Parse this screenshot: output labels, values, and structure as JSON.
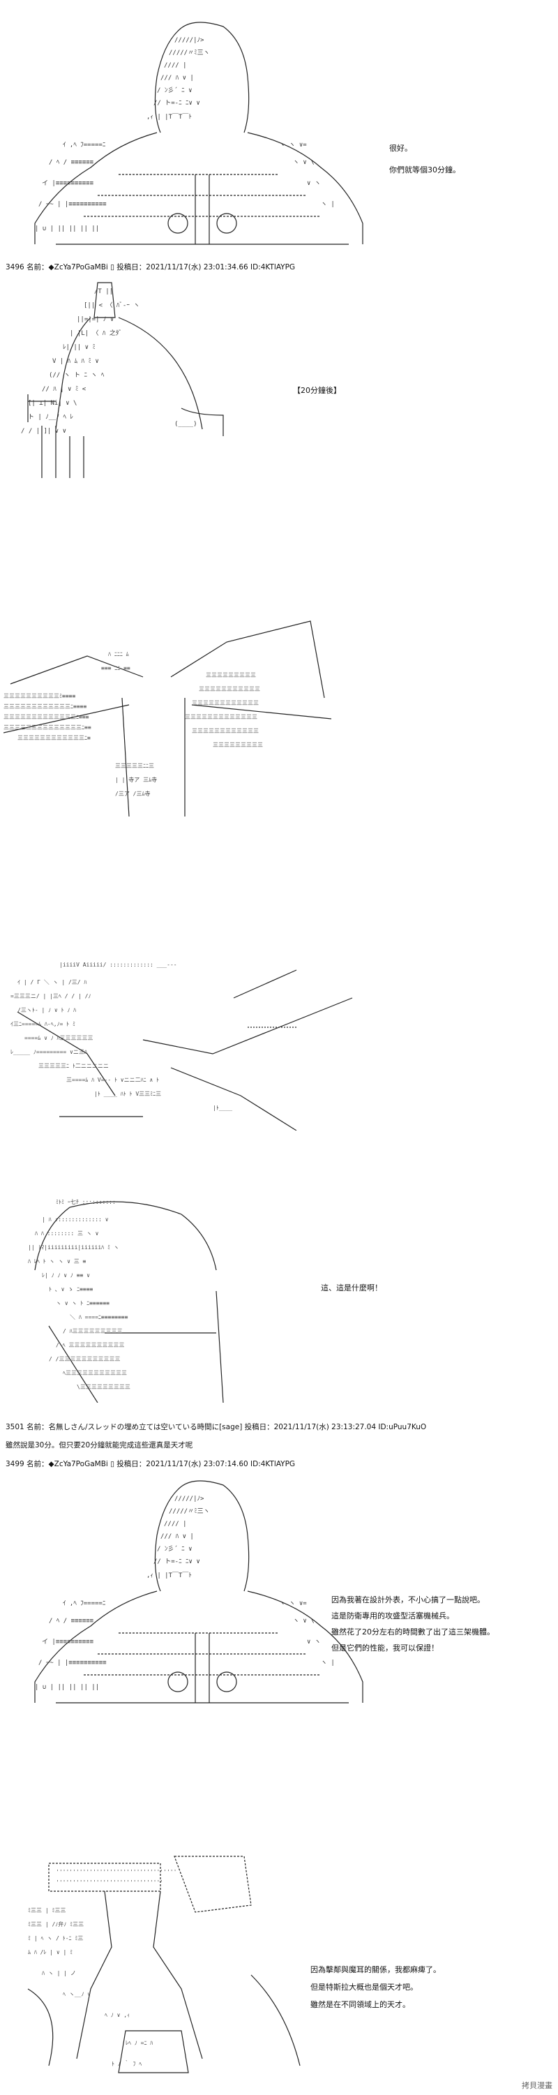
{
  "post_3496": {
    "dialogue": [
      "很好。",
      "你們就等個30分鐘。"
    ],
    "header": "3496 名前：◆ZcYa7PoGaMBi ▯ 投稿日：2021/11/17(水) 23:01:34.66 ID:4KTlAYPG"
  },
  "post_3497": {
    "caption": "【20分鐘後】"
  },
  "post_3501": {
    "dialogue": [
      "這、這是什麼啊！"
    ],
    "header": "3501 名前：名無しさん/スレッドの埋め立ては空いている時間に[sage] 投稿日：2021/11/17(水) 23:13:27.04 ID:uPuu7KuO",
    "comment": "雖然說是30分。但只要20分鐘就能完成這些還真是天才呢"
  },
  "post_3499": {
    "header": "3499 名前：◆ZcYa7PoGaMBi ▯ 投稿日：2021/11/17(水) 23:07:14.60 ID:4KTlAYPG",
    "dialogue": [
      "因為我著在設計外表，不小心搞了一點說吧。",
      "這是防衛專用的攻盛型活塞機械兵。",
      "雖然花了20分左右的時間數了出了這三架機體。",
      "但是它們的性能，我可以保證！"
    ],
    "dialogue2": [
      "因為擊鄰與魔耳的關係，我都麻痺了。",
      "但是特斯拉大概也是個天才吧。",
      "雖然是在不同領域上的天才。"
    ]
  },
  "watermark": "拷貝漫畫"
}
